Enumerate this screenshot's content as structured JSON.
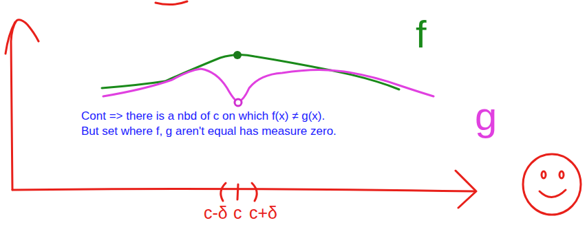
{
  "diagram": {
    "labels": [
      "f",
      "g",
      "Cont => there is a nbd of c on which f(x) ≠ g(x).",
      "But set where f, g aren't equal has measure zero.",
      "c-δ",
      "c",
      "c+δ"
    ]
  }
}
